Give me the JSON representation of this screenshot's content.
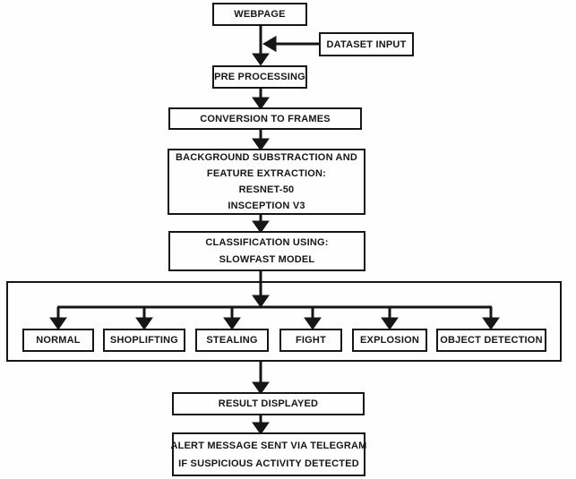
{
  "colors": {
    "line": "#161616",
    "box_border": "#161616",
    "box_fill": "#fefefe",
    "text": "#161616",
    "background": "#fefefe"
  },
  "flowchart": {
    "nodes": {
      "webpage": "WEBPAGE",
      "dataset_input": "DATASET INPUT",
      "pre_processing": "PRE PROCESSING",
      "conversion_to_frames": "CONVERSION TO FRAMES",
      "feature_extraction_lines": [
        "BACKGROUND SUBSTRACTION AND",
        "FEATURE EXTRACTION:",
        "RESNET-50",
        "INSCEPTION V3"
      ],
      "classification_lines": [
        "CLASSIFICATION USING:",
        "SLOWFAST MODEL"
      ],
      "categories": [
        "NORMAL",
        "SHOPLIFTING",
        "STEALING",
        "FIGHT",
        "EXPLOSION",
        "OBJECT DETECTION"
      ],
      "result_displayed": "RESULT DISPLAYED",
      "alert_lines": [
        "ALERT MESSAGE SENT VIA TELEGRAM",
        "IF SUSPICIOUS ACTIVITY DETECTED"
      ]
    }
  }
}
